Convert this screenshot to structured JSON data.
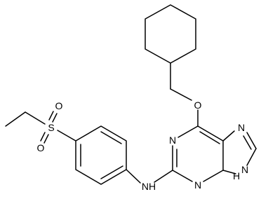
{
  "image_type": "skeletal chemical structure drawing",
  "colors": {
    "background": "#ffffff",
    "ink": "#000000"
  },
  "atom_labels": {
    "oxygen_ether": "O",
    "sulfonyl_s": "S",
    "sulfonyl_o_top": "O",
    "sulfonyl_o_bottom": "O",
    "ring_n_upper": "N",
    "ring_n_lower": "N",
    "imidazole_n": "N",
    "amine_nh": "NH",
    "imidazole_nh_n": "N",
    "imidazole_nh_h": "H"
  }
}
